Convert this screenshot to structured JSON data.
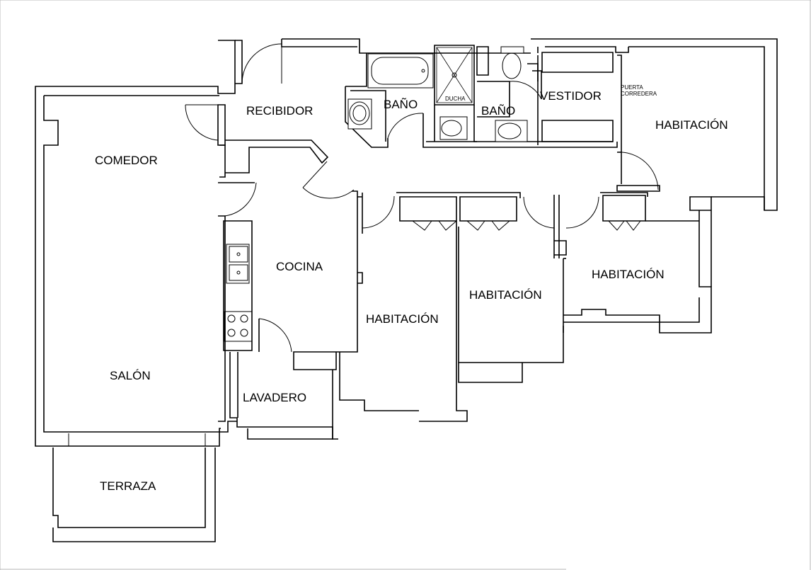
{
  "plan": {
    "rooms": [
      {
        "id": "recibidor",
        "label": "RECIBIDOR"
      },
      {
        "id": "comedor",
        "label": "COMEDOR"
      },
      {
        "id": "salon",
        "label": "SALÓN"
      },
      {
        "id": "terraza",
        "label": "TERRAZA"
      },
      {
        "id": "cocina",
        "label": "COCINA"
      },
      {
        "id": "lavadero",
        "label": "LAVADERO"
      },
      {
        "id": "bano1",
        "label": "BAÑO"
      },
      {
        "id": "bano2",
        "label": "BAÑO"
      },
      {
        "id": "vestidor",
        "label": "VESTIDOR"
      },
      {
        "id": "habitacion1",
        "label": "HABITACIÓN"
      },
      {
        "id": "habitacion2",
        "label": "HABITACIÓN"
      },
      {
        "id": "habitacion3",
        "label": "HABITACIÓN"
      },
      {
        "id": "habitacion4",
        "label": "HABITACIÓN"
      }
    ],
    "notes": {
      "ducha": "DUCHA",
      "puerta": "PUERTA",
      "corredera": "CORREDERA"
    }
  }
}
